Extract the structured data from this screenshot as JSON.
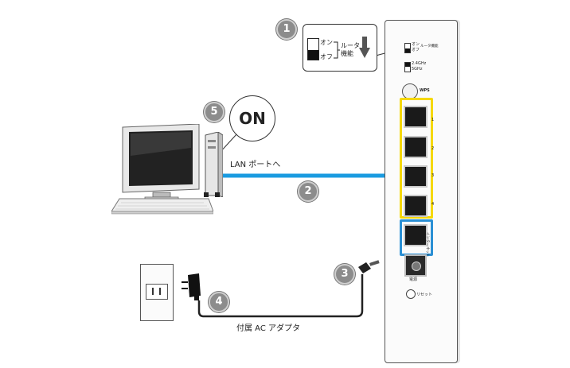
{
  "step_numbers": [
    "1",
    "2",
    "3",
    "4",
    "5"
  ],
  "callout": {
    "on_label": "オン",
    "off_label": "オフ",
    "function_label_line1": "ルータ",
    "function_label_line2": "機能"
  },
  "on_bubble_text": "ON",
  "lan_port_label": "LAN ポートへ",
  "adapter_label": "付属 AC アダプタ",
  "router": {
    "switch1_on": "オン",
    "switch1_off": "オフ",
    "switch1_label": "ルータ機能",
    "switch2_top": "2.4GHz",
    "switch2_bottom": "5GHz",
    "wps_label": "WPS",
    "port_numbers": [
      "1",
      "2",
      "3",
      "4"
    ],
    "wan_label": "インターネット",
    "power_label": "電源",
    "reset_label": "リセット"
  },
  "colors": {
    "lan_cable": "#1a9be0",
    "lan_port_group": "#f5d800",
    "wan_port_group": "#2a8fd4",
    "step_circle": "#8c8c8c"
  }
}
